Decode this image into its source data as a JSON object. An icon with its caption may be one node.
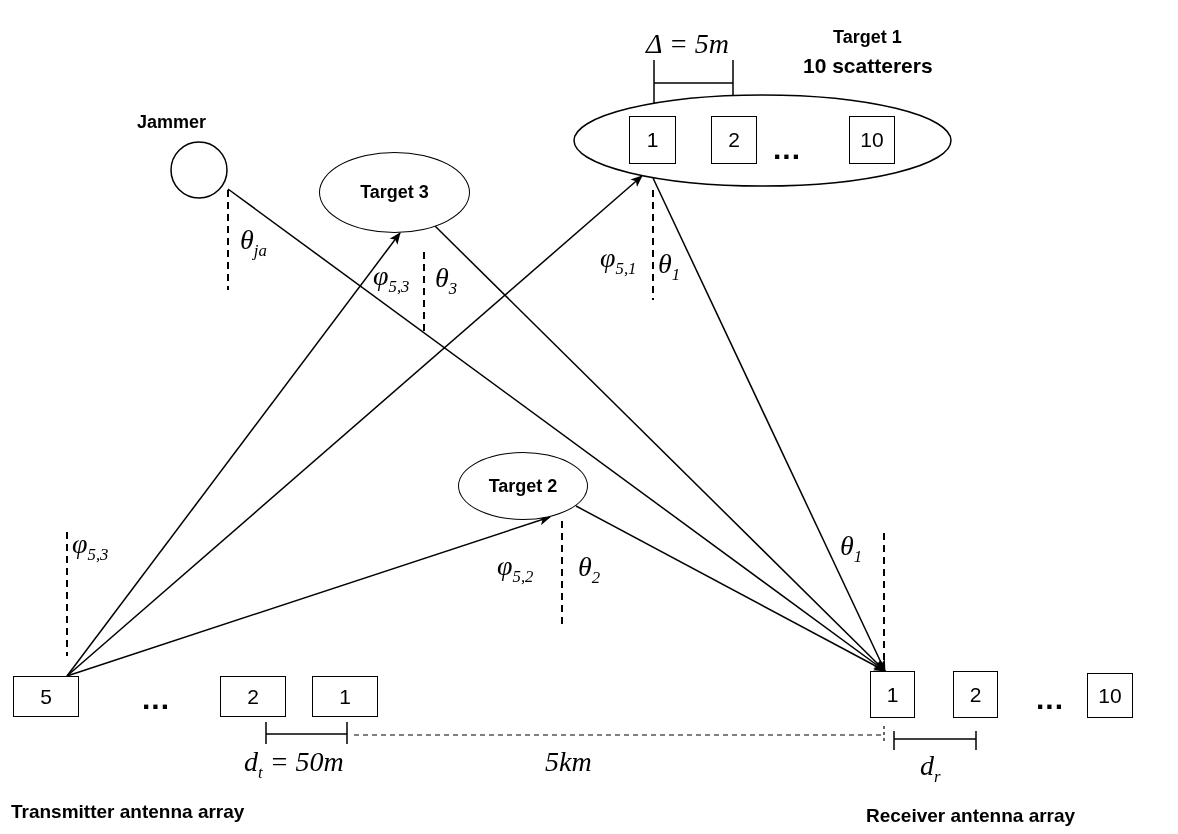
{
  "diagram": {
    "nodes": [
      {
        "text": [
          "Jammer"
        ]
      },
      {
        "text": [
          "Target 1",
          "10 scatterers"
        ]
      },
      {
        "text": [
          "1"
        ],
        "in": 1
      },
      {
        "text": [
          "2"
        ],
        "in": 1
      },
      {
        "text": [
          "10"
        ],
        "in": 1
      },
      {
        "text": [
          "Target 3"
        ]
      },
      {
        "text": [
          "Target 2"
        ]
      },
      {
        "text": [
          "5"
        ]
      },
      {
        "text": [
          "2"
        ]
      },
      {
        "text": [
          "1"
        ]
      },
      {
        "text": [
          "1"
        ]
      },
      {
        "text": [
          "2"
        ]
      },
      {
        "text": [
          "10"
        ]
      }
    ],
    "edges": [
      {
        "from": 7,
        "to": 5,
        "arrow": "to"
      },
      {
        "from": 7,
        "to": 1,
        "arrow": "to"
      },
      {
        "from": 7,
        "to": 6,
        "arrow": "to"
      },
      {
        "from": 0,
        "to": 10,
        "arrow": "to"
      },
      {
        "from": 5,
        "to": 10,
        "arrow": "to"
      },
      {
        "from": 1,
        "to": 10,
        "arrow": "to"
      },
      {
        "from": 6,
        "to": 10,
        "arrow": "to"
      }
    ],
    "labels": [
      "Δ = 5m",
      "...",
      "θ$_{ja}$",
      "φ$_{5,1}$",
      "θ$_{1}$",
      "φ$_{5,3}$",
      "θ$_{3}$",
      "φ$_{5,3}$",
      "θ$_{1}$",
      "φ$_{5,2}$",
      "θ$_{2}$",
      "...",
      "...",
      "d$_{t}$ = 50m",
      "5km",
      "d$_{r}$",
      "Transmitter antenna array",
      "Receiver antenna array"
    ]
  }
}
